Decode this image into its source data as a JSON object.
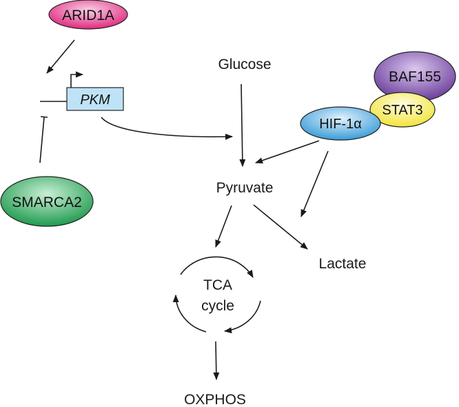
{
  "proteins": {
    "arid1a": "ARID1A",
    "smarca2": "SMARCA2",
    "baf155": "BAF155",
    "stat3": "STAT3",
    "hif1a": "HIF-1α"
  },
  "gene": {
    "pkm": "PKM"
  },
  "metabolites": {
    "glucose": "Glucose",
    "pyruvate": "Pyruvate",
    "lactate": "Lactate",
    "tca_line1": "TCA",
    "tca_line2": "cycle",
    "oxphos": "OXPHOS"
  },
  "colors": {
    "arid1a": "#e0287f",
    "smarca2": "#1f9a4e",
    "baf155": "#6a3d99",
    "stat3": "#f2e43a",
    "hif1a": "#3a9bd8",
    "pkm_box": "#bfe3f6"
  }
}
